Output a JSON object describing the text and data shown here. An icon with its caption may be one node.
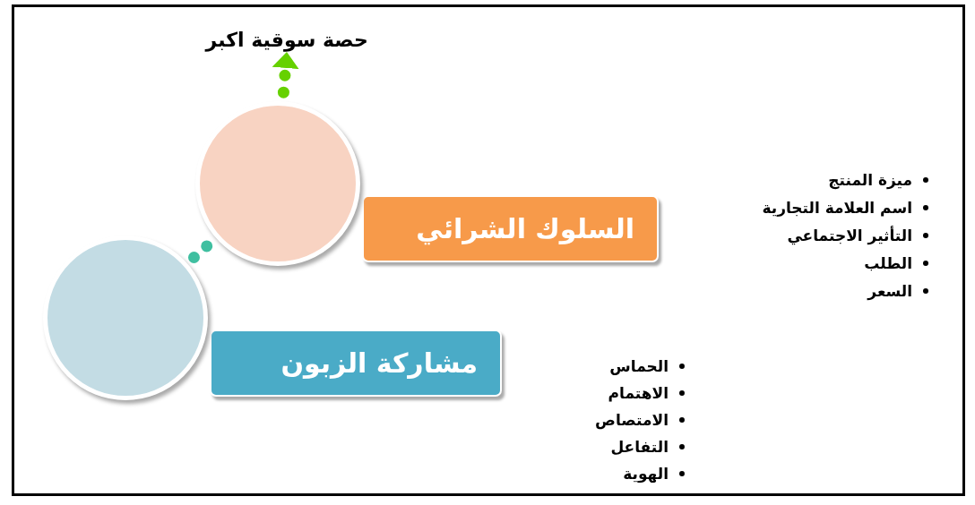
{
  "diagram": {
    "nodes": [
      {
        "text": [
          "حصة سوقية اكبر"
        ]
      },
      {
        "text": [],
        "shape": "circle"
      },
      {
        "text": [
          "السلوك الشرائي"
        ]
      },
      {
        "text": [],
        "shape": "circle"
      },
      {
        "text": [
          "مشاركة الزبون"
        ]
      }
    ],
    "edges": [
      {
        "from": 3,
        "to": 1,
        "arrow": "none",
        "style": "dashed",
        "color": "#3fbfa0"
      },
      {
        "from": 1,
        "to": 0,
        "arrow": "to",
        "style": "dashed",
        "color": "#66d100"
      }
    ],
    "labels": [
      "ميزة المنتج",
      "اسم العلامة التجارية",
      "التأثير الاجتماعي",
      "الطلب",
      "السعر",
      "الحماس",
      "الاهتمام",
      "الامتصاص",
      "التفاعل",
      "الهوية"
    ]
  }
}
